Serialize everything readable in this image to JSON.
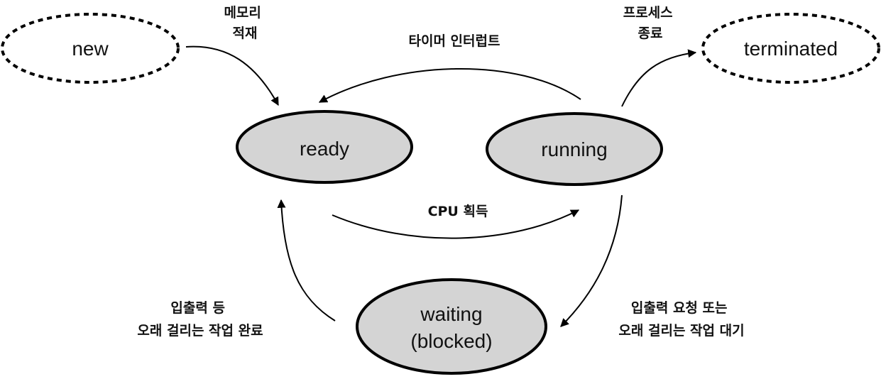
{
  "colors": {
    "node_fill": "#d4d4d4",
    "stroke": "#000000",
    "text": "#111111",
    "background": "#ffffff"
  },
  "states": {
    "new": "new",
    "ready": "ready",
    "running": "running",
    "waiting_line1": "waiting",
    "waiting_line2": "(blocked)",
    "terminated": "terminated"
  },
  "transitions": {
    "admit": [
      "메모리",
      "적재"
    ],
    "interrupt": [
      "타이머 인터럽트"
    ],
    "exit": [
      "프로세스",
      "종료"
    ],
    "dispatch": [
      "CPU 획득"
    ],
    "io_complete": [
      "입출력 등",
      "오래 걸리는 작업 완료"
    ],
    "io_wait": [
      "입출력 요청 또는",
      "오래 걸리는 작업 대기"
    ]
  }
}
